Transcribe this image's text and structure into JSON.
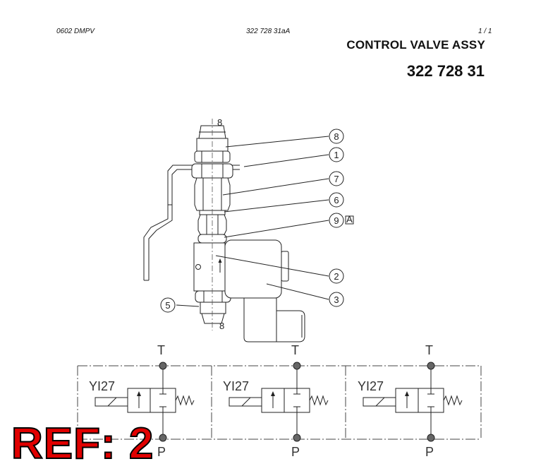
{
  "header": {
    "code_left": "0602 DMPV",
    "code_mid": "322 728 31aA",
    "page": "1 /  1",
    "title": "CONTROL VALVE ASSY",
    "part_number": "322 728 31"
  },
  "diagram": {
    "callouts": [
      "8",
      "1",
      "7",
      "6",
      "9",
      "2",
      "3",
      "5"
    ],
    "flag_A": "A",
    "size_mark_top": "8",
    "size_mark_bottom": "8",
    "schematic": {
      "valves": [
        {
          "name": "YI27",
          "T": "T",
          "P": "P"
        },
        {
          "name": "YI27",
          "T": "T",
          "P": "P"
        },
        {
          "name": "YI27",
          "T": "T",
          "P": "P"
        }
      ]
    }
  },
  "ref_stamp": "REF: 2",
  "colors": {
    "stamp": "#e00000",
    "ink": "#222222"
  }
}
